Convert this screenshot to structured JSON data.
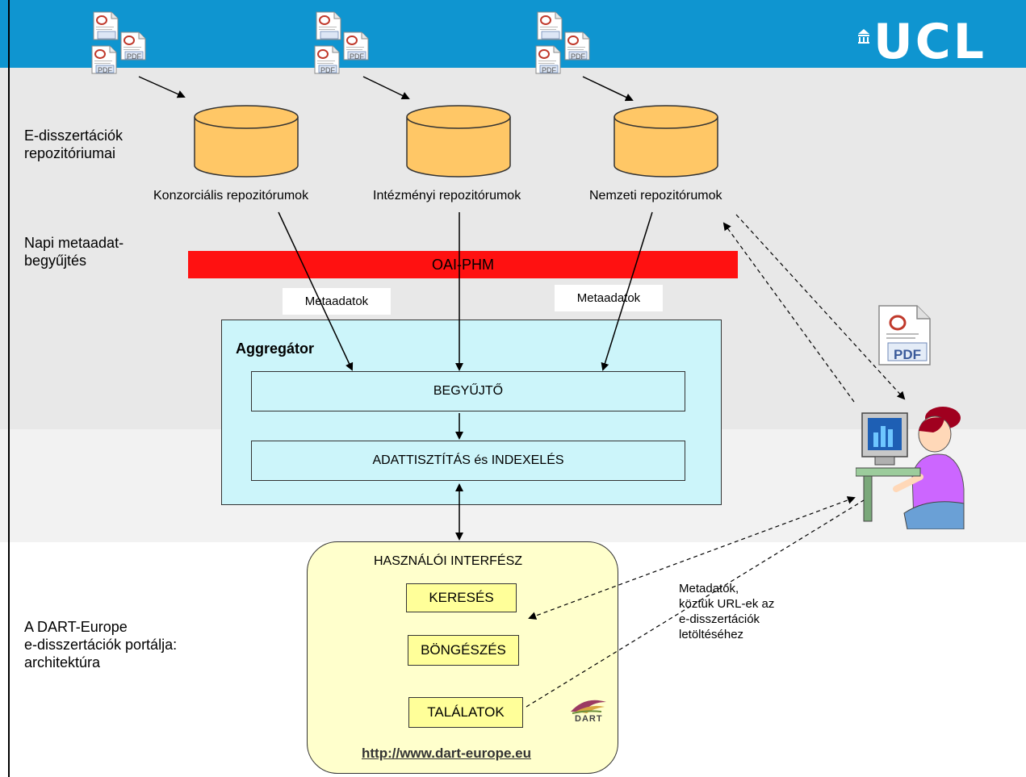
{
  "logo": {
    "text": "UCL"
  },
  "side_labels": {
    "repositories": [
      "E-disszertációk",
      "repozitóriumai"
    ],
    "harvesting": [
      "Napi metaadat-",
      "begyűjtés"
    ],
    "portal": [
      "A DART-Europe",
      "e-disszertációk portálja:",
      "architektúra"
    ]
  },
  "repositories": [
    {
      "label": "Konzorciális repozitórumok"
    },
    {
      "label": "Intézményi repozitórumok"
    },
    {
      "label": "Nemzeti repozitórumok"
    }
  ],
  "pdf_icon_label": "PDF",
  "oai_bar": {
    "label": "OAI-PHM",
    "color": "#ff1111"
  },
  "metadata_labels": {
    "left": "Metaadatok",
    "right": "Metaadatok"
  },
  "aggregator": {
    "title": "Aggregátor",
    "harvester": "BEGYŰJTŐ",
    "cleaning": "ADATTISZTÍTÁS és INDEXELÉS",
    "color": "#ccf5fa"
  },
  "user_interface": {
    "title": "HASZNÁLÓI INTERFÉSZ",
    "buttons": [
      "KERESÉS",
      "BÖNGÉSZÉS",
      "TALÁLATOK"
    ],
    "url": "http://www.dart-europe.eu",
    "color": "#ffffcc",
    "button_color": "#ffff99"
  },
  "dart_logo": {
    "text": "DART"
  },
  "annotation": [
    "Metadatok,",
    "köztük URL-ek az",
    "e-disszertációk",
    "letöltéséhez"
  ],
  "colors": {
    "header_blue": "#0f95d0",
    "band_gray": "#e8e8e8",
    "cylinder": "#ffc766"
  }
}
